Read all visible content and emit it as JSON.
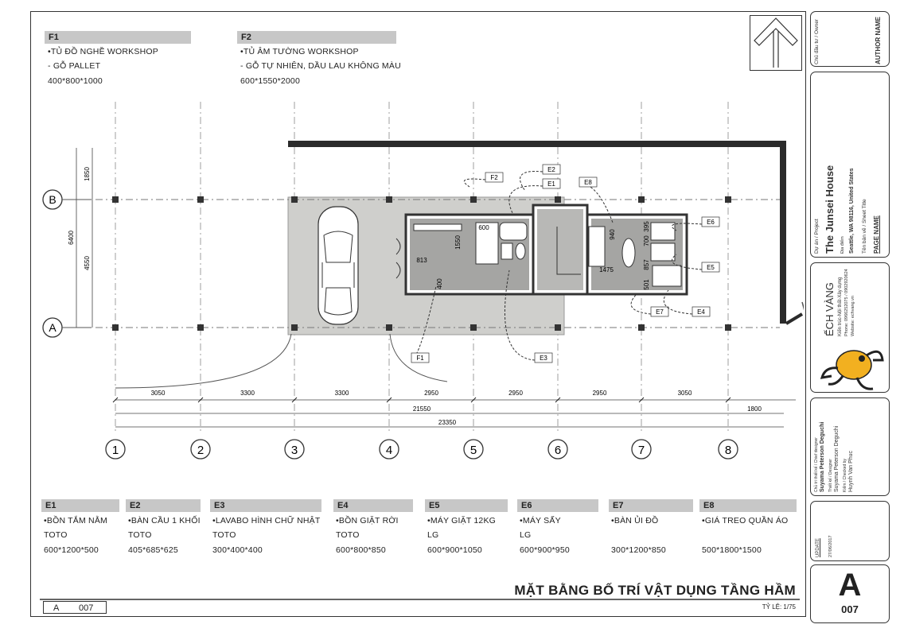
{
  "furniture_top": [
    {
      "code": "F1",
      "line1": "•TỦ ĐỒ NGHỀ WORKSHOP",
      "line2": "- GỖ PALLET",
      "size": "400*800*1000"
    },
    {
      "code": "F2",
      "line1": "•TỦ ÂM TƯỜNG WORKSHOP",
      "line2": "- GỖ TỰ NHIÊN, DẦU LAU KHÔNG MÀU",
      "size": "600*1550*2000"
    }
  ],
  "equipment": [
    {
      "code": "E1",
      "name": "•BỒN TẮM NẰM",
      "brand": "TOTO",
      "size": "600*1200*500"
    },
    {
      "code": "E2",
      "name": "•BÀN CẦU 1 KHỐI",
      "brand": "TOTO",
      "size": "405*685*625"
    },
    {
      "code": "E3",
      "name": "•LAVABO HÌNH CHỮ NHẬT",
      "brand": "TOTO",
      "size": "300*400*400"
    },
    {
      "code": "E4",
      "name": "•BỒN GIẶT RỜI",
      "brand": "TOTO",
      "size": "600*800*850"
    },
    {
      "code": "E5",
      "name": "•MÁY GIẶT 12KG",
      "brand": "LG",
      "size": "600*900*1050"
    },
    {
      "code": "E6",
      "name": "•MÁY SẤY",
      "brand": "LG",
      "size": "600*900*950"
    },
    {
      "code": "E7",
      "name": "•BÀN ỦI ĐỒ",
      "brand": "",
      "size": "300*1200*850"
    },
    {
      "code": "E8",
      "name": "•GIÁ TREO QUẦN ÁO",
      "brand": "",
      "size": "500*1800*1500"
    }
  ],
  "plan": {
    "grid_cols": [
      "1",
      "2",
      "3",
      "4",
      "5",
      "6",
      "7",
      "8"
    ],
    "grid_rows": [
      "B",
      "A"
    ],
    "spans": [
      "3050",
      "3300",
      "3300",
      "2950",
      "2950",
      "2950",
      "3050"
    ],
    "total_1": "21550",
    "total_2": "23350",
    "extra": "1800",
    "vertical_dims": [
      "1850",
      "6400",
      "4550"
    ],
    "room_dims": [
      "813",
      "400",
      "1550",
      "600",
      "940",
      "1475",
      "700",
      "395",
      "857",
      "501"
    ],
    "tags": [
      "F2",
      "E2",
      "E1",
      "E8",
      "E6",
      "E5",
      "E7",
      "E4",
      "F1",
      "E3"
    ]
  },
  "title_block": {
    "owner_label": "Chủ đầu tư / Owner",
    "author": "AUTHOR NAME",
    "project_label": "Dự án / Project",
    "project_name": "The Junsei House",
    "address_label": "Địa điểm",
    "address": "Seattle, WA 98116, United States",
    "sheet_title_label": "Tên bản vẽ / Sheet Title",
    "page_name": "PAGE NAME",
    "company": "ẾCH VÀNG",
    "company_sub": "Kiến trúc-Nội thất-Xây dựng",
    "company_phone": "Phone: 0966252075 / 0902920624",
    "company_web": "Website: echvang.vn",
    "chief_label": "Chủ trì thiết kế / Chief designer",
    "chief_name": "Suyama Peterson Deguchi",
    "designer_label": "Thiết kế / Designer",
    "designer_name": "Suyama Peterson Deguchi",
    "checker_label": "Kiểm / Checked by",
    "checker_name": "Huynh Van Phuc",
    "update_label": "UPDATE",
    "update_date": "27/06/2017",
    "sheet_letter": "A",
    "sheet_number": "007"
  },
  "footer": {
    "title": "MẶT BẰNG BỐ TRÍ VẬT DỤNG TẦNG HẦM",
    "scale": "TỶ LỆ: 1/75",
    "sheet_letter": "A",
    "sheet_number": "007"
  },
  "colors": {
    "legend_head": "#c7c7c7",
    "slab": "#cfcfcc",
    "wall": "#2b2b2b",
    "frog": "#f2b020"
  }
}
